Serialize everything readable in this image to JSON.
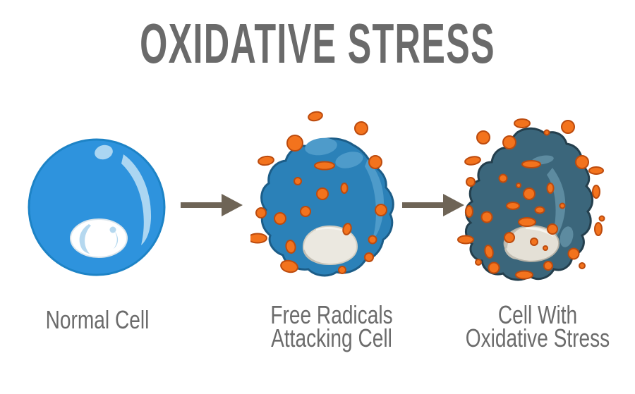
{
  "title": "OXIDATIVE STRESS",
  "stages": [
    {
      "id": "normal-cell",
      "label": "Normal Cell"
    },
    {
      "id": "free-radicals-attacking-cell",
      "label": "Free Radicals\nAttacking Cell"
    },
    {
      "id": "cell-with-oxidative-stress",
      "label": "Cell With\nOxidative Stress"
    }
  ],
  "icons": {
    "arrow_1": "arrow-right-icon",
    "arrow_2": "arrow-right-icon"
  },
  "colors": {
    "background": "#ffffff",
    "title-gray": "#6a6a6a",
    "label-gray": "#6b6b6b",
    "arrow-taupe": "#6e6456",
    "cell1-fill": "#2e93dd",
    "cell1-stroke": "#1d83c6",
    "cell1-highlight": "#abd6f2",
    "cell2-fill": "#2b81b8",
    "cell2-stroke": "#1c5d88",
    "cell2-highlight": "#4e9bca",
    "cell3-fill": "#3b667b",
    "cell3-stroke": "#243f4d",
    "cell3-highlight": "#5d8ba0",
    "radical-fill": "#f3731d",
    "radical-stroke": "#bc4b0e",
    "nucleus-white": "#ffffff",
    "nucleus-beige": "#ebe8e0",
    "nucleus-shadow": "#c2beb3"
  }
}
